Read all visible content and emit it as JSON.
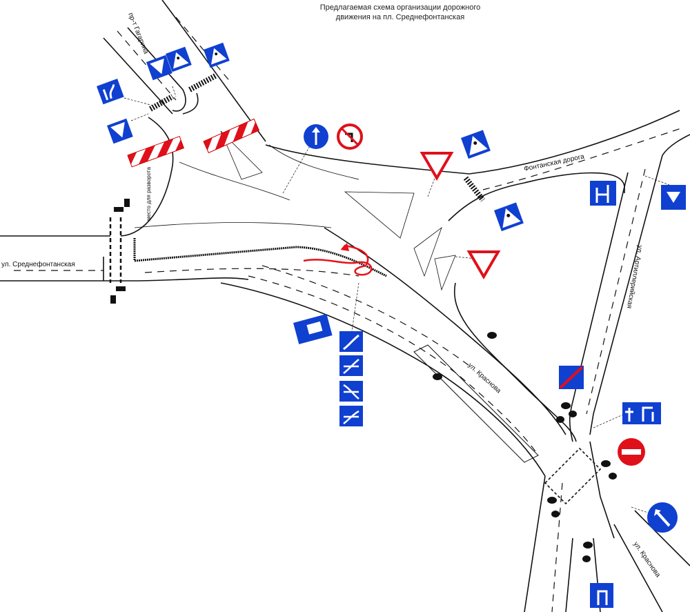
{
  "title": {
    "line1": "Предлагаемая схема организации дорожного",
    "line2": "движения на пл. Среднефонтанская"
  },
  "streets": {
    "srednefontanskaya": "ул. Среднефонтанская",
    "gagarina": "пр-т Гагарина",
    "fontanskaya": "Фонтанская дорога",
    "artilleriyskaya": "ул. Артиллерийская",
    "krasnova": "ул. Краснова",
    "krasnova_2": "ул. Краснова",
    "u_turn_note": "место для разворота"
  },
  "colors": {
    "sign_blue": "#1040d0",
    "sign_red": "#e0101a",
    "annotation_red": "#e8101a"
  }
}
